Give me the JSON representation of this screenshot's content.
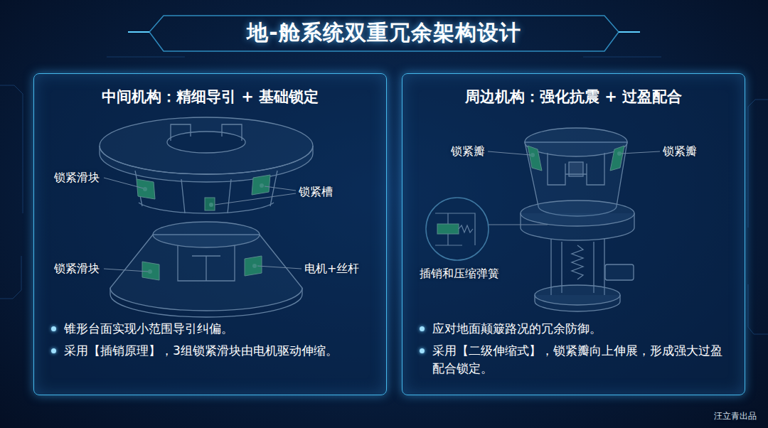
{
  "diagram": {
    "title": "地-舱系统双重冗余架构设计",
    "nodes": [
      {
        "text": [
          "中间机构：精细导引 + 基础锁定",
          "锥形台面实现小范围导引纠偏。",
          "采用【插销原理】，3组锁紧滑块由电机驱动伸缩。"
        ]
      },
      {
        "text": [
          "周边机构：强化抗震 + 过盈配合",
          "应对地面颠簸路况的冗余防御。",
          "采用【二级伸缩式】，锁紧瓣向上伸展，形成强大过盈配合锁定。"
        ]
      }
    ],
    "labels": [
      "锁紧滑块",
      "锁紧槽",
      "锁紧滑块",
      "电机+丝杆",
      "锁紧瓣",
      "锁紧瓣",
      "插销和压缩弹簧",
      "汪立青出品"
    ]
  }
}
